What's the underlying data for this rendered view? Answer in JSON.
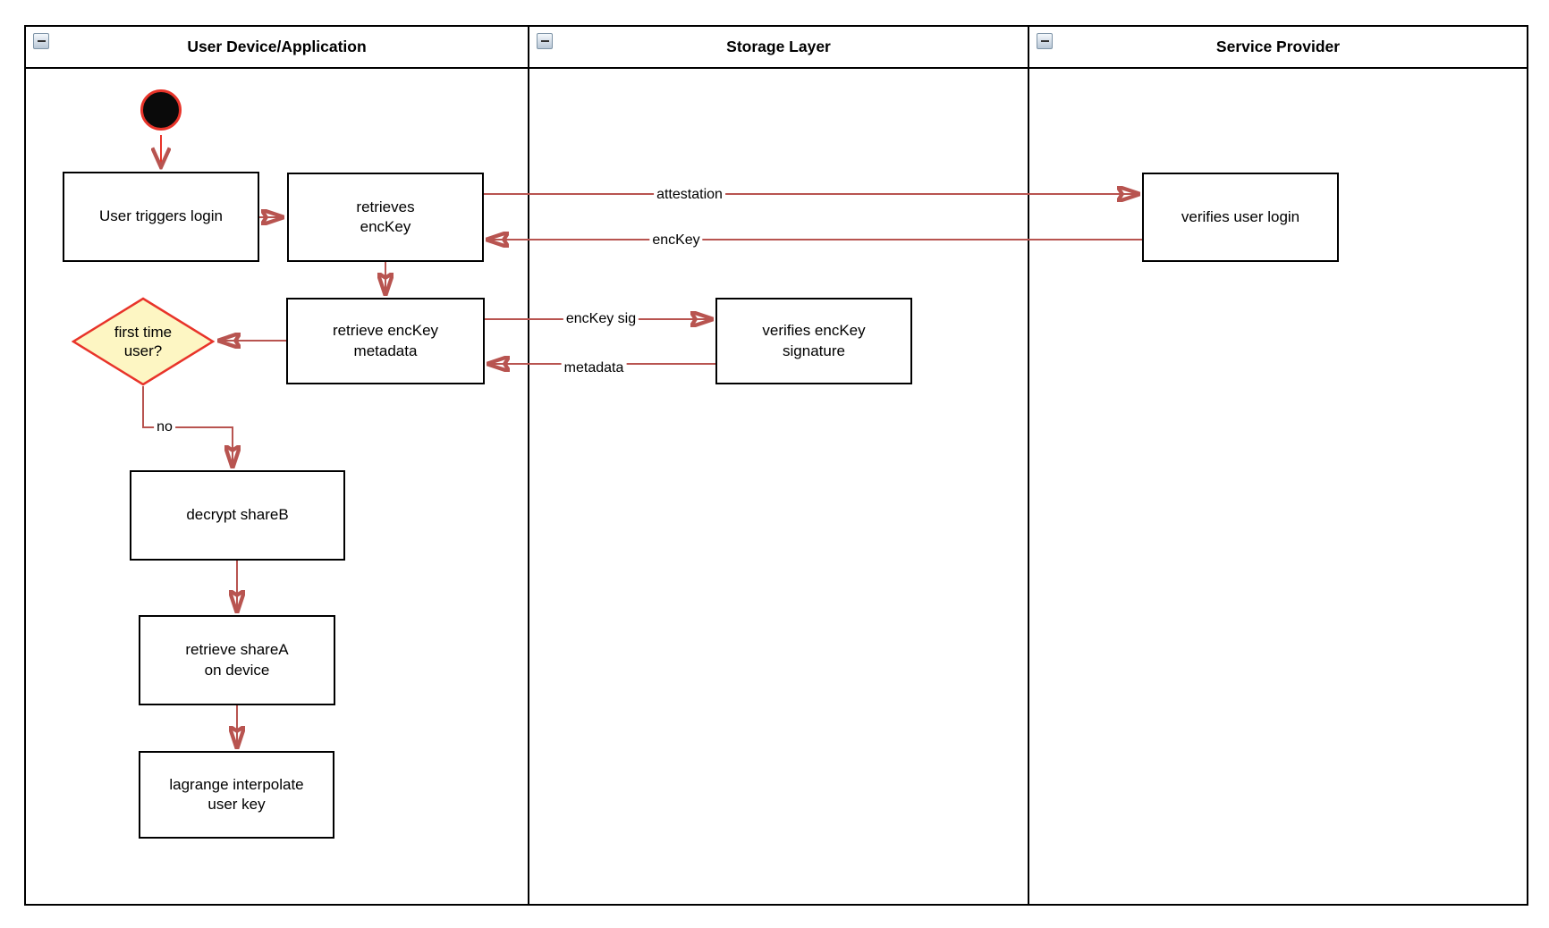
{
  "lanes": [
    {
      "title": "User Device/Application"
    },
    {
      "title": "Storage Layer"
    },
    {
      "title": "Service Provider"
    }
  ],
  "nodes": {
    "start": {
      "type": "initial-node"
    },
    "userTriggersLogin": {
      "label": "User triggers login"
    },
    "retrievesEncKey": {
      "label": "retrieves\nencKey"
    },
    "verifiesUserLogin": {
      "label": "verifies user login"
    },
    "retrieveEncKeyMetadata": {
      "label": "retrieve encKey\nmetadata"
    },
    "verifiesEncKeySignature": {
      "label": "verifies encKey\nsignature"
    },
    "firstTimeUser": {
      "label": "first time\nuser?"
    },
    "decryptShareB": {
      "label": "decrypt shareB"
    },
    "retrieveShareA": {
      "label": "retrieve shareA\non device"
    },
    "lagrangeInterpolate": {
      "label": "lagrange interpolate\nuser key"
    }
  },
  "edges": {
    "attestation": {
      "label": "attestation"
    },
    "encKeyReturn": {
      "label": "encKey"
    },
    "encKeySig": {
      "label": "encKey sig"
    },
    "metadataReturn": {
      "label": "metadata"
    },
    "no": {
      "label": "no"
    }
  },
  "colors": {
    "arrow_red": "#b85450",
    "accent_red": "#e8342a",
    "decision_fill": "#fdf6c3",
    "node_border": "#000000",
    "node_fill": "#ffffff"
  }
}
